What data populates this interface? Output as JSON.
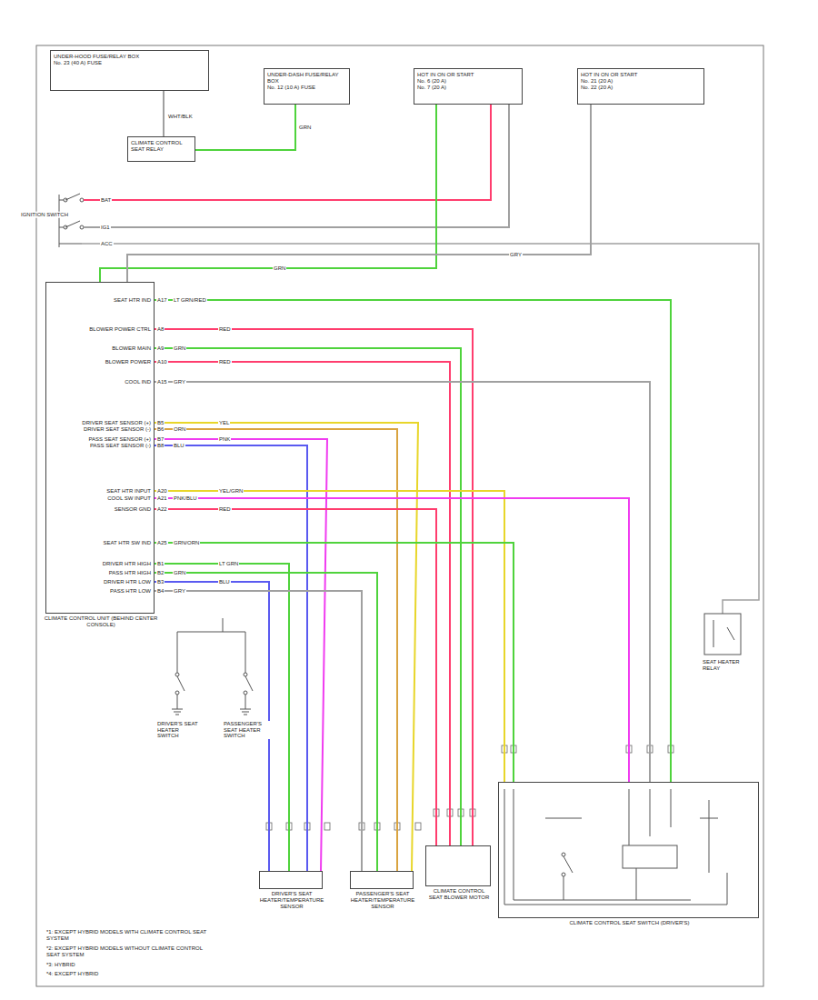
{
  "diagram": {
    "nodes": [
      {
        "text": [
          "UNDER-HOOD FUSE/RELAY BOX",
          "No. 23 (40 A) FUSE"
        ]
      },
      {
        "text": [
          "CLIMATE CONTROL SEAT RELAY"
        ]
      },
      {
        "text": [
          "UNDER-DASH FUSE/RELAY BOX",
          "No. 12 (10 A) FUSE"
        ]
      },
      {
        "text": [
          "HOT IN ON OR START",
          "No. 6 (20 A)",
          "No. 7 (20 A)"
        ]
      },
      {
        "text": [
          "HOT IN ON OR START",
          "No. 21 (20 A)",
          "No. 22 (20 A)"
        ]
      },
      {
        "text": [
          "CLIMATE CONTROL UNIT (BEHIND CENTER CONSOLE)"
        ]
      },
      {
        "text": [
          "DRIVER'S SEAT HEATER/TEMPERATURE SENSOR"
        ]
      },
      {
        "text": [
          "PASSENGER'S SEAT HEATER/TEMPERATURE SENSOR"
        ]
      },
      {
        "text": [
          "CLIMATE CONTROL SEAT BLOWER MOTOR"
        ]
      },
      {
        "text": [
          "CLIMATE CONTROL SEAT SWITCH (DRIVER'S)"
        ]
      }
    ],
    "edges": [
      {
        "from": 5,
        "to": 9,
        "label": "LT GRN/RED",
        "arrow": "none"
      },
      {
        "from": 5,
        "to": 8,
        "label": "RED",
        "arrow": "none"
      },
      {
        "from": 5,
        "to": 8,
        "label": "GRN",
        "arrow": "none"
      },
      {
        "from": 5,
        "to": 8,
        "label": "RED",
        "arrow": "none"
      },
      {
        "from": 5,
        "to": 9,
        "label": "GRY",
        "arrow": "none"
      },
      {
        "from": 5,
        "to": 7,
        "label": "YEL",
        "arrow": "none"
      },
      {
        "from": 5,
        "to": 7,
        "label": "ORN",
        "arrow": "none"
      },
      {
        "from": 5,
        "to": 6,
        "label": "PNK",
        "arrow": "none"
      },
      {
        "from": 5,
        "to": 6,
        "label": "BLU",
        "arrow": "none"
      },
      {
        "from": 5,
        "to": 9,
        "label": "YEL/GRN",
        "arrow": "none"
      },
      {
        "from": 5,
        "to": 9,
        "label": "PNK/BLU",
        "arrow": "none"
      },
      {
        "from": 5,
        "to": 8,
        "label": "RED",
        "arrow": "none"
      },
      {
        "from": 5,
        "to": 9,
        "label": "GRN/ORN",
        "arrow": "none"
      },
      {
        "from": 5,
        "to": 6,
        "label": "LT GRN",
        "arrow": "none"
      },
      {
        "from": 5,
        "to": 7,
        "label": "GRN",
        "arrow": "none"
      },
      {
        "from": 5,
        "to": 6,
        "label": "BLU",
        "arrow": "none"
      },
      {
        "from": 5,
        "to": 7,
        "label": "GRY",
        "arrow": "none"
      },
      {
        "from": 0,
        "to": 1,
        "label": "WHT/BLK",
        "arrow": "none"
      },
      {
        "from": 2,
        "to": 1,
        "label": "GRN",
        "arrow": "none"
      },
      {
        "from": 3,
        "to": 5,
        "label": "GRN",
        "arrow": "none"
      },
      {
        "from": 4,
        "to": 5,
        "label": "GRY",
        "arrow": "none"
      }
    ],
    "labels": [
      "SEAT HTR IND",
      "BLOWER POWER CTRL",
      "BLOWER MAIN",
      "BLOWER POWER",
      "COOL IND",
      "DRIVER SEAT SENSOR (+)",
      "DRIVER SEAT SENSOR (-)",
      "PASS SEAT SENSOR (+)",
      "PASS SEAT SENSOR (-)",
      "SEAT HTR INPUT",
      "COOL SW INPUT",
      "SENSOR GND",
      "SEAT HTR SW IND",
      "DRIVER HTR HIGH",
      "PASS HTR HIGH",
      "DRIVER HTR LOW",
      "PASS HTR LOW",
      "A17",
      "A8",
      "A9",
      "A10",
      "A15",
      "B5",
      "B6",
      "B7",
      "B8",
      "A20",
      "A21",
      "A22",
      "A25",
      "B1",
      "B2",
      "B3",
      "B4",
      "IGNITION SWITCH",
      "BAT",
      "IG1",
      "ACC",
      "DRIVER'S SEAT HEATER SWITCH",
      "PASSENGER'S SEAT HEATER SWITCH",
      "SEAT HEATER RELAY",
      "*1: EXCEPT HYBRID MODELS WITH CLIMATE CONTROL SEAT SYSTEM",
      "*2: EXCEPT HYBRID MODELS WITHOUT CLIMATE CONTROL SEAT SYSTEM",
      "*3: HYBRID",
      "*4: EXCEPT HYBRID"
    ]
  }
}
